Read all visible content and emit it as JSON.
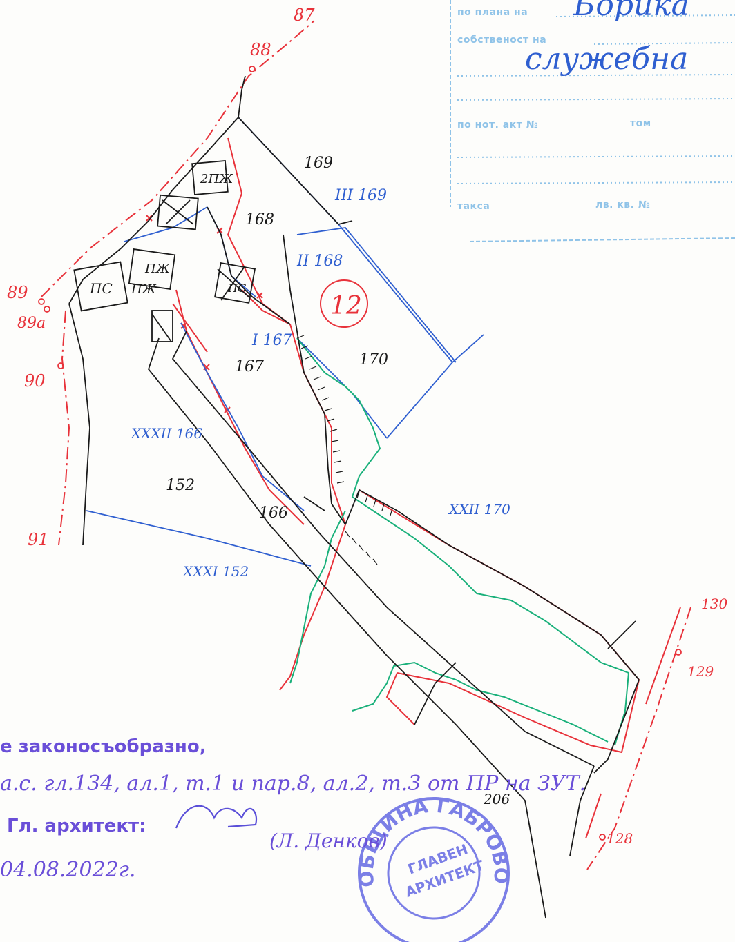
{
  "stamp_box": {
    "row1_label": "по плана на",
    "row1_value": "Борика",
    "row2_label": "собственост на",
    "row2_value": "служебна",
    "row3_label": "по нот. акт №",
    "row3_mid": "том",
    "row4_label": "такса",
    "row4_mid": "лв. кв. №"
  },
  "parcels_black": [
    "169",
    "168",
    "167",
    "170",
    "152",
    "166",
    "206"
  ],
  "parcels_blue": [
    "III 169",
    "II 168",
    "I 167",
    "XXXII 166",
    "XXII 170",
    "XXXI 152"
  ],
  "block_number": "12",
  "buildings": [
    "2ПЖ",
    "ПЖ",
    "ПС",
    "ПЖ",
    "ПС"
  ],
  "survey_points": [
    "87",
    "88",
    "89",
    "89а",
    "90",
    "91",
    "130",
    "129",
    "128"
  ],
  "approval": {
    "line1": "е законосъобразно,",
    "line2": "а.с. гл.134, ал.1, т.1 и пар.8, ал.2, т.3 от ПР на ЗУТ.",
    "line3_label": "Гл. архитект:",
    "line3_name": "(Л. Денков)",
    "date": "04.08.2022г."
  },
  "seal": {
    "ring": "ОБЩИНА ГАБРОВО",
    "center_line1": "ГЛАВЕН",
    "center_line2": "АРХИТЕКТ"
  },
  "colors": {
    "black_lines": "#1a1a1a",
    "blue_lines": "#2f5fd0",
    "red_lines": "#e8323a",
    "green_lines": "#19b07a",
    "stamp_blue": "#8fc3e8",
    "purple_stamp": "#6a4fd8"
  }
}
